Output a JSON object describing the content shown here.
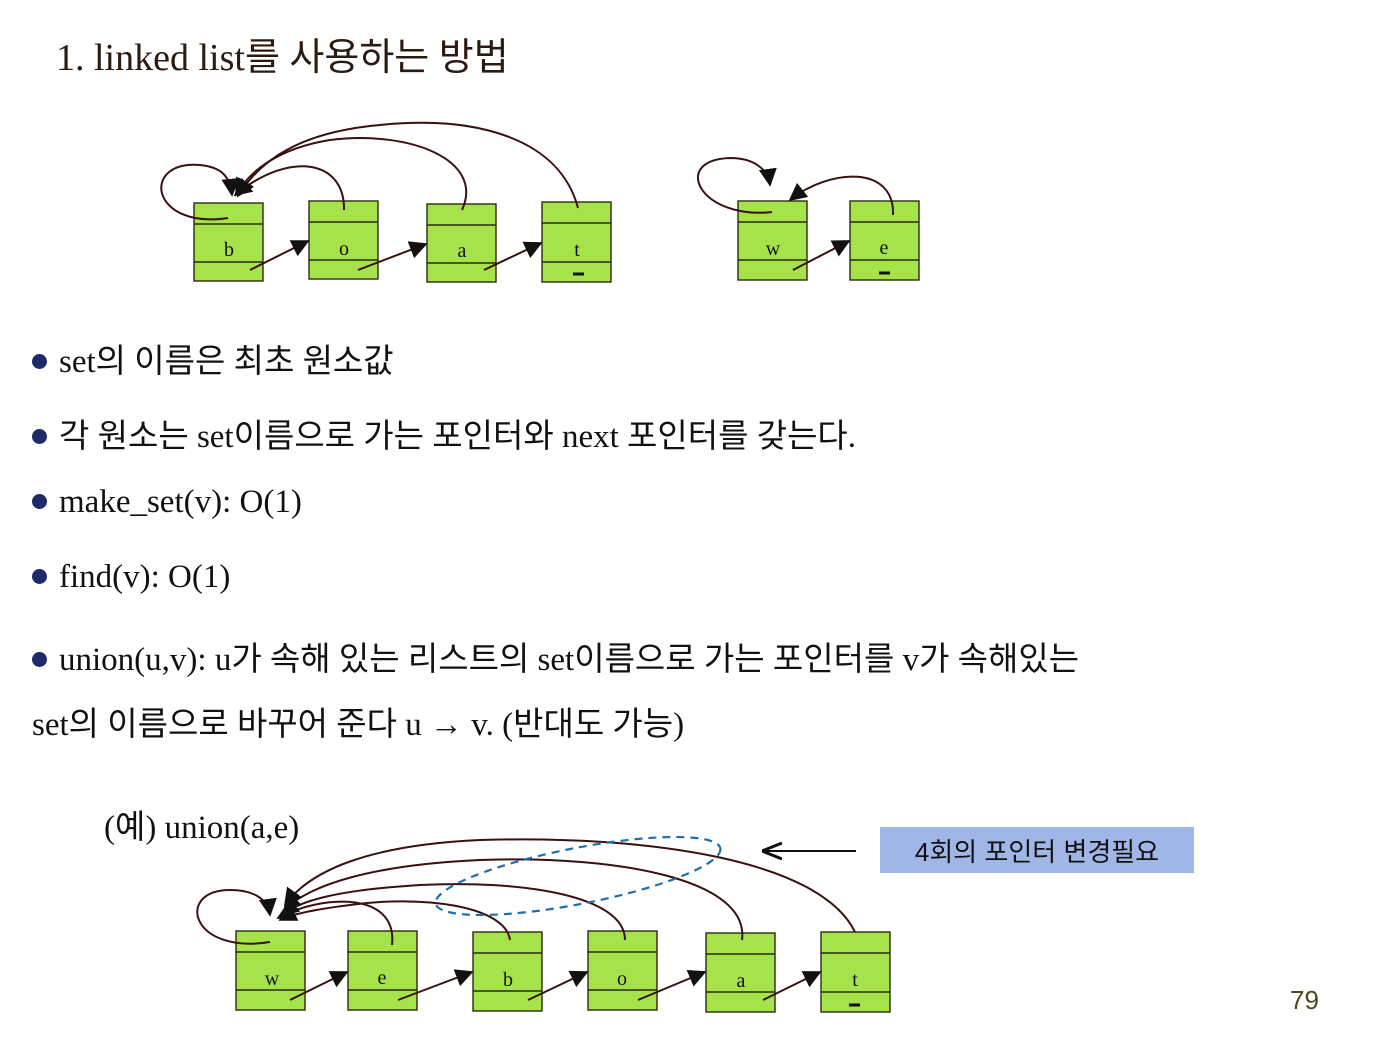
{
  "title": "1. linked list를 사용하는 방법",
  "diagram_top": {
    "list1": [
      "b",
      "o",
      "a",
      "t"
    ],
    "list2": [
      "w",
      "e"
    ]
  },
  "bullets": [
    "set의 이름은 최초 원소값",
    "각 원소는 set이름으로 가는 포인터와 next 포인터를 갖는다.",
    "make_set(v):  O(1)",
    "find(v):  O(1)",
    "union(u,v): u가 속해 있는 리스트의 set이름으로 가는 포인터를 v가 속해있는"
  ],
  "bullet_continuation": "set의 이름으로 바꾸어 준다 u → v.  (반대도 가능)",
  "example_label": "(예) union(a,e)",
  "callout": "4회의 포인터 변경필요",
  "diagram_bottom": {
    "list": [
      "w",
      "e",
      "b",
      "o",
      "a",
      "t"
    ]
  },
  "page_number": "79",
  "colors": {
    "node_fill": "#a6e34a",
    "pointer": "#3a1010",
    "ellipse": "#1f6fb0",
    "callout_bg": "#9fb6e6",
    "bullet_dot": "#1f2a6b"
  }
}
